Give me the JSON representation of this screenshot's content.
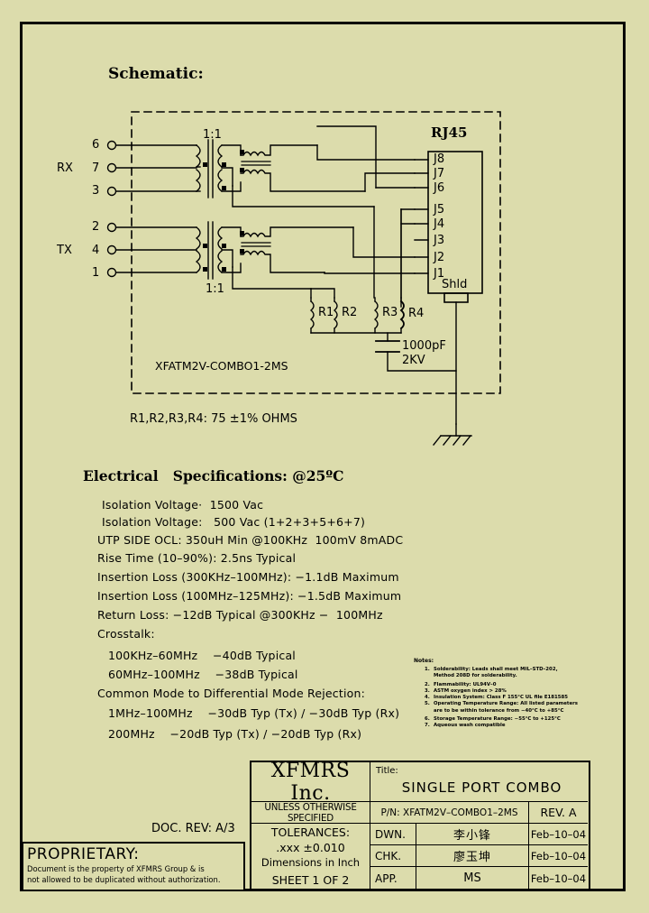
{
  "page": {
    "background_color": "#dcdcac",
    "ink_color": "#000000"
  },
  "schematic": {
    "heading": "Schematic:",
    "ratio_top": "1:1",
    "ratio_bottom": "1:1",
    "rj45_label": "RJ45",
    "part_number_inside": "XFATM2V-COMBO1-2MS",
    "resistor_note": "R1,R2,R3,R4: 75 ±1% OHMS",
    "left_groups": [
      {
        "name": "RX",
        "pins": [
          "6",
          "7",
          "3"
        ]
      },
      {
        "name": "TX",
        "pins": [
          "2",
          "4",
          "1"
        ]
      }
    ],
    "rj45_pins": [
      "J8",
      "J7",
      "J6",
      "J5",
      "J4",
      "J3",
      "J2",
      "J1"
    ],
    "shield_label": "Shld",
    "resistors": [
      "R1",
      "R2",
      "R3",
      "R4"
    ],
    "capacitor": {
      "value": "1000pF",
      "rating": "2KV"
    }
  },
  "electrical": {
    "heading": "Electrical   Specifications: @25ºC",
    "lines": [
      "Isolation Voltage·  1500 Vac",
      "Isolation Voltage:   500 Vac (1+2+3+5+6+7)",
      "UTP SIDE OCL: 350uH Min @100KHz  100mV 8mADC",
      "Rise Time (10–90%): 2.5ns Typical",
      "Insertion Loss (300KHz–100MHz): −1.1dB Maximum",
      "Insertion Loss (100MHz–125MHz): −1.5dB Maximum",
      "Return Loss: −12dB Typical @300KHz −  100MHz",
      "Crosstalk:"
    ],
    "indented_lines": [
      "100KHz–60MHz    −40dB Typical",
      "60MHz–100MHz    −38dB Typical"
    ],
    "cmrr_heading": "Common Mode to Differential Mode Rejection:",
    "cmrr_lines": [
      "1MHz–100MHz    −30dB Typ (Tx) / −30dB Typ (Rx)",
      "200MHz    −20dB Typ (Tx) / −20dB Typ (Rx)"
    ]
  },
  "notes": {
    "title": "Notes:",
    "items": [
      "Solderability: Leads shall meet MIL–STD–202,",
      "Method 208D for solderability.",
      "Flammability: UL94V–0",
      "ASTM oxygen index > 28%",
      "Insulation System: Class F 155°C  UL file E181585",
      "Operating Temperature Range: All listed parameters",
      "are to be within tolerance from −40°C to +85°C",
      "Storage Temperature Range: −55°C to +125°C",
      "Aqueous wash compatible"
    ],
    "numbering": [
      "1.",
      "",
      "2.",
      "3.",
      "4.",
      "5.",
      "",
      "6.",
      "7."
    ]
  },
  "doc_rev": "DOC. REV: A/3",
  "proprietary": {
    "title": "PROPRIETARY:",
    "body_line1": "Document is the property of XFMRS Group & is",
    "body_line2": "not allowed to be duplicated without authorization."
  },
  "title_block": {
    "company": "XFMRS Inc.",
    "title_label": "Title:",
    "title_value": "SINGLE PORT COMBO",
    "unless_spec": "UNLESS OTHERWISE SPECIFIED",
    "tolerances_label": "TOLERANCES:",
    "tolerance_value": ".xxx ±0.010",
    "dimensions": "Dimensions in Inch",
    "sheet": "SHEET  1  OF  2",
    "pn_label": "P/N: XFATM2V–COMBO1–2MS",
    "rev_label": "REV. A",
    "rows": [
      {
        "role": "DWN.",
        "name": "李小锋",
        "date": "Feb–10–04"
      },
      {
        "role": "CHK.",
        "name": "廖玉坤",
        "date": "Feb–10–04"
      },
      {
        "role": "APP.",
        "name": "MS",
        "date": "Feb–10–04"
      }
    ]
  }
}
